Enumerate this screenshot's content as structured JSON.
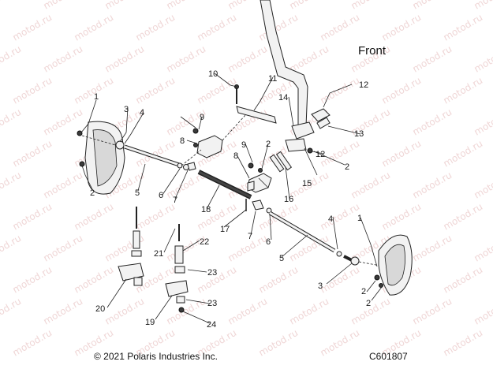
{
  "diagram": {
    "direction_label": "Front",
    "copyright": "© 2021 Polaris Industries Inc.",
    "figure_code": "C601807",
    "watermark_text": "motod.ru",
    "callouts": [
      "1",
      "2",
      "3",
      "4",
      "5",
      "6",
      "7",
      "8",
      "9",
      "10",
      "11",
      "12",
      "13",
      "14",
      "15",
      "16",
      "17",
      "18",
      "19",
      "20",
      "21",
      "22",
      "23",
      "24",
      "12",
      "2",
      "9",
      "2",
      "7",
      "6",
      "5",
      "4",
      "3",
      "2",
      "1",
      "23",
      "2",
      "8"
    ]
  }
}
